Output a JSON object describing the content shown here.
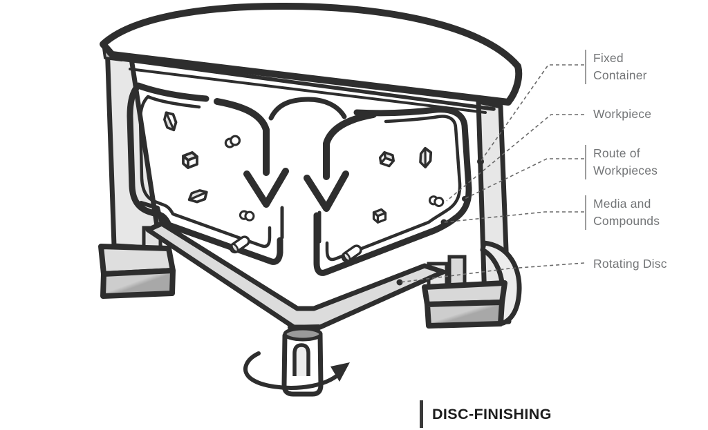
{
  "figure": {
    "type": "technical-cutaway-diagram",
    "subject": "Disc finishing machine cross-section"
  },
  "caption": {
    "text": "DISC-FINISHING"
  },
  "labels": {
    "items": [
      {
        "id": "fixed-container",
        "lines": [
          "Fixed",
          "Container"
        ]
      },
      {
        "id": "workpiece",
        "lines": [
          "Workpiece"
        ]
      },
      {
        "id": "route-of-workpieces",
        "lines": [
          "Route of",
          "Workpieces"
        ]
      },
      {
        "id": "media-and-compounds",
        "lines": [
          "Media and",
          "Compounds"
        ]
      },
      {
        "id": "rotating-disc",
        "lines": [
          "Rotating Disc"
        ]
      }
    ]
  },
  "colors": {
    "ink": "#2e2e2e",
    "wall_gray": "#e7e7e7",
    "panel_gray": "#dcdcdc",
    "shade_gray": "#ababab",
    "label_text": "#737577",
    "leader_line": "#6a6a6a",
    "caption_text": "#1d1d1d"
  }
}
